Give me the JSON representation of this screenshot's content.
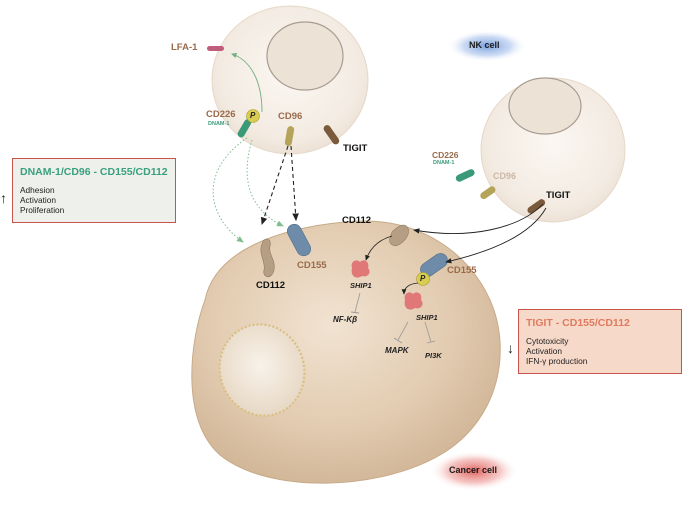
{
  "labels": {
    "nk_cell": "NK cell",
    "cancer_cell": "Cancer cell",
    "lfa1": "LFA-1",
    "cd226_top": "CD226",
    "dnam1_top": "DNAM-1",
    "cd96_top": "CD96",
    "tigit_top": "TIGIT",
    "cd226_right": "CD226",
    "dnam1_right": "DNAM-1",
    "cd96_right": "CD96",
    "tigit_right": "TIGIT",
    "cd112_left": "CD112",
    "cd155_left": "CD155",
    "cd112_right": "CD112",
    "cd155_right": "CD155",
    "phospho_top": "P",
    "phospho_cancer": "P",
    "ship1_left": "SHIP1",
    "nfkb": "NF-Kβ",
    "ship1_right": "SHIP1",
    "mapk": "MAPK",
    "pi3k": "PI3K"
  },
  "boxes": {
    "activating": {
      "title": "DNAM-1/CD96 - CD155/CD112",
      "lines": [
        "Adhesion",
        "Activation",
        "Proliferation"
      ],
      "arrow": "↑"
    },
    "inhibitory": {
      "title": "TIGIT - CD155/CD112",
      "lines": [
        "Cytotoxicity",
        "Activation",
        "IFN-γ production"
      ],
      "arrow": "↓"
    }
  },
  "colors": {
    "dnam1_green": "#3a9a78",
    "tigit_brown": "#7a5a3a",
    "receptor_tan": "#a08060",
    "cd155_blue": "#6e8caa",
    "cd112_beige": "#b59e84",
    "cd96_olive": "#b5a35a",
    "ship1_pink": "#e07878",
    "box_title_green": "#3aa080",
    "box_title_salmon": "#e07a5f",
    "cancer_fill": "#dcc2a4",
    "nk_fill": "#f6efe7"
  }
}
